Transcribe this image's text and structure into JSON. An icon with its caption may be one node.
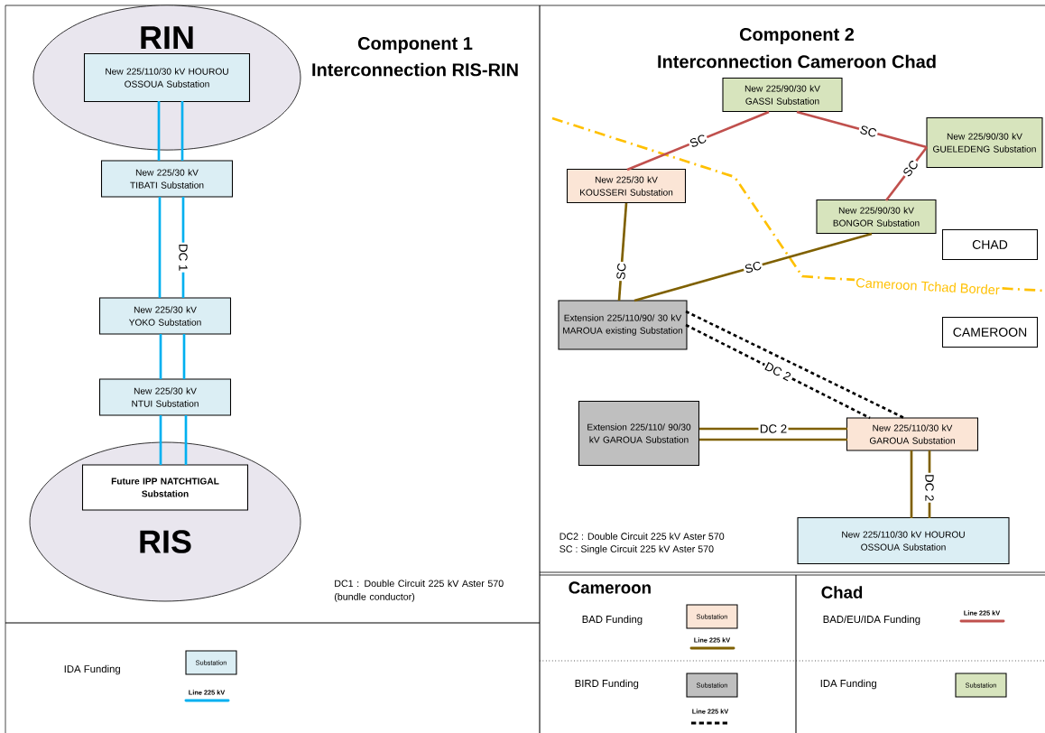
{
  "diagram": {
    "nodes": [
      {
        "text": [
          "RIN"
        ]
      },
      {
        "text": [
          "New 225/110/30 kV HOUROU OSSOUA Substation"
        ],
        "in": 0
      },
      {
        "text": [
          "New 225/30 kV TIBATI Substation"
        ]
      },
      {
        "text": [
          "New 225/30 kV YOKO Substation"
        ]
      },
      {
        "text": [
          "New 225/30 kV NTUI Substation"
        ]
      },
      {
        "text": [
          "RIS"
        ]
      },
      {
        "text": [
          "Future IPP NATCHTIGAL Substation"
        ],
        "in": 5
      },
      {
        "text": [
          "New 225/90/30 kV GASSI Substation"
        ]
      },
      {
        "text": [
          "New 225/90/30 kV GUELEDENG Substation"
        ]
      },
      {
        "text": [
          "New 225/30 kV KOUSSERI Substation"
        ]
      },
      {
        "text": [
          "New 225/90/30 kV BONGOR Substation"
        ]
      },
      {
        "text": [
          "CHAD"
        ]
      },
      {
        "text": [
          "Extension 225/110/90/ 30 kV MAROUA existing Substation"
        ]
      },
      {
        "text": [
          "CAMEROON"
        ]
      },
      {
        "text": [
          "Extension 225/110/ 90/30 kV GAROUA Substation"
        ]
      },
      {
        "text": [
          "New 225/110/30 kV GAROUA Substation"
        ]
      },
      {
        "text": [
          "New 225/110/30 kV HOUROU OSSOUA Substation"
        ]
      },
      {
        "text": [
          "Substation"
        ]
      },
      {
        "text": [
          "Substation"
        ]
      },
      {
        "text": [
          "Substation"
        ]
      },
      {
        "text": [
          "Substation"
        ]
      }
    ],
    "edges": [
      {
        "from": 1,
        "to": 2,
        "arrow": "none"
      },
      {
        "from": 1,
        "to": 2,
        "arrow": "none"
      },
      {
        "from": 2,
        "to": 3,
        "arrow": "none"
      },
      {
        "from": 2,
        "to": 3,
        "arrow": "none",
        "label": "DC 1"
      },
      {
        "from": 3,
        "to": 4,
        "arrow": "none"
      },
      {
        "from": 3,
        "to": 4,
        "arrow": "none"
      },
      {
        "from": 4,
        "to": 6,
        "arrow": "none"
      },
      {
        "from": 4,
        "to": 6,
        "arrow": "none"
      },
      {
        "from": 7,
        "to": 9,
        "arrow": "none",
        "label": "SC",
        "color": "#c0504d"
      },
      {
        "from": 7,
        "to": 8,
        "arrow": "none",
        "label": "SC",
        "color": "#c0504d"
      },
      {
        "from": 8,
        "to": 10,
        "arrow": "none",
        "label": "SC",
        "color": "#c0504d"
      },
      {
        "from": 9,
        "to": 12,
        "arrow": "none",
        "label": "SC",
        "color": "#7f6000"
      },
      {
        "from": 12,
        "to": 10,
        "arrow": "none",
        "label": "SC",
        "color": "#7f6000"
      },
      {
        "from": 12,
        "to": 15,
        "arrow": "none",
        "style": "dashed",
        "color": "#000000"
      },
      {
        "from": 12,
        "to": 15,
        "arrow": "none",
        "style": "dashed",
        "color": "#000000",
        "label": "DC 2"
      },
      {
        "from": 14,
        "to": 15,
        "arrow": "none",
        "color": "#7f6000",
        "label": "DC 2"
      },
      {
        "from": 14,
        "to": 15,
        "arrow": "none",
        "color": "#7f6000"
      },
      {
        "from": 15,
        "to": 16,
        "arrow": "none",
        "color": "#7f6000"
      },
      {
        "from": 15,
        "to": 16,
        "arrow": "none",
        "color": "#7f6000",
        "label": "DC 2"
      }
    ],
    "labels": [
      "Component 1",
      "Interconnection RIS-RIN",
      "Component 2",
      "Interconnection Cameroon Chad",
      "Cameroon Tchad Border",
      "DC1 : Double Circuit 225 kV Aster 570 (bundle conductor)",
      "DC2 : Double Circuit 225 kV Aster 570",
      "SC : Single Circuit 225 kV Aster 570",
      "IDA Funding",
      "Line 225 kV",
      "Cameroon",
      "BAD Funding",
      "Line 225 kV",
      "BIRD Funding",
      "Line 225 kV",
      "Chad",
      "BAD/EU/IDA Funding",
      "Line 225 kV",
      "IDA Funding"
    ]
  }
}
